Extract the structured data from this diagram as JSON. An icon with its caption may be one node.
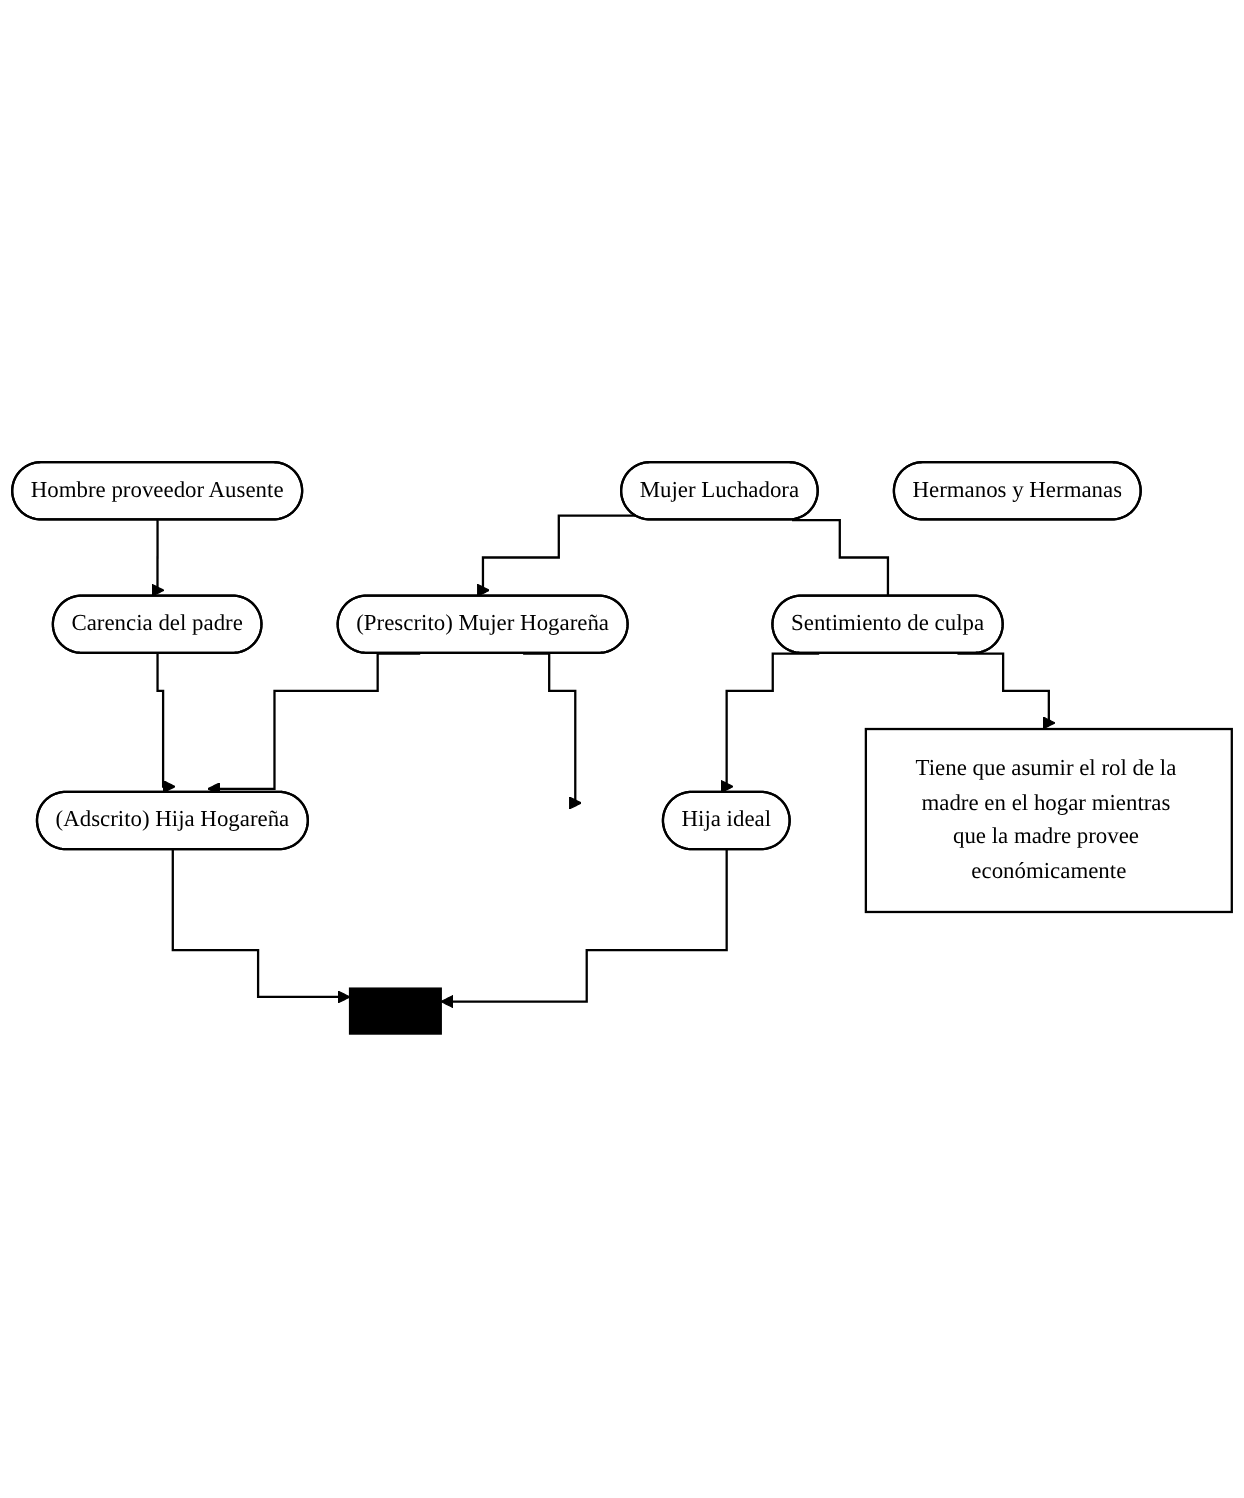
{
  "diagram": {
    "nodes": [
      {
        "text": [
          "(Adscrito) Hija Hogareña"
        ]
      },
      {
        "text": [
          "(Prescrito) Mujer Hogareña"
        ]
      },
      {
        "text": [
          "Carencia del padre"
        ]
      },
      {
        "text": [],
        "shape": "bar"
      },
      {
        "text": [
          "Mujer Luchadora"
        ]
      },
      {
        "text": [
          "Hombre proveedor Ausente"
        ]
      },
      {
        "text": [
          "Hermanos y Hermanas"
        ]
      },
      {
        "text": [
          "Hija ideal"
        ]
      },
      {
        "text": [
          "Sentimiento de culpa"
        ]
      },
      {
        "text": [
          "Tiene que asumir el rol de la madre en el hogar mientras que la madre provee económicamente"
        ]
      }
    ],
    "edges": [
      {
        "from": 4,
        "to": 1,
        "arrow": "to"
      },
      {
        "from": 1,
        "to": 0,
        "arrow": "to"
      },
      {
        "from": 1,
        "to": null,
        "arrow": "to"
      },
      {
        "from": 2,
        "to": 0,
        "arrow": "to"
      },
      {
        "from": 0,
        "to": 3,
        "arrow": "to"
      },
      {
        "from": 7,
        "to": 3,
        "arrow": "to"
      },
      {
        "from": 5,
        "to": 2,
        "arrow": "to"
      },
      {
        "from": 4,
        "to": 8,
        "arrow": "none"
      },
      {
        "from": 8,
        "to": 7,
        "arrow": "to"
      },
      {
        "from": 8,
        "to": 9,
        "arrow": "to"
      }
    ]
  }
}
